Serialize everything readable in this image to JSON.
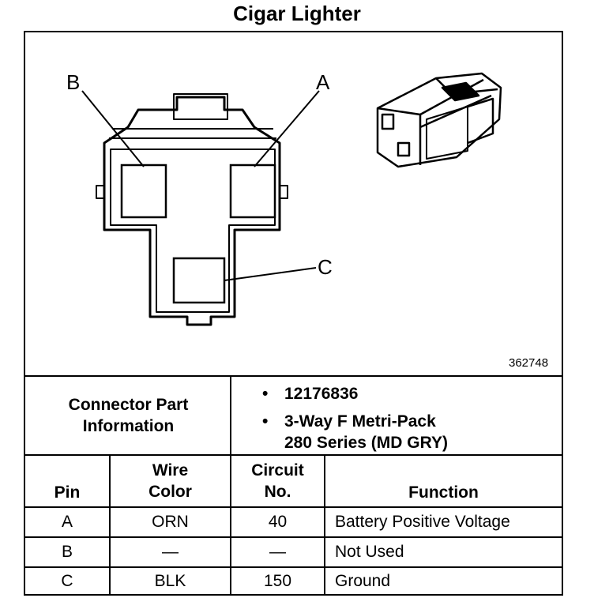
{
  "title": "Cigar Lighter",
  "figure_number": "362748",
  "pin_callouts": {
    "a": "A",
    "b": "B",
    "c": "C"
  },
  "connector_info": {
    "label_line1": "Connector Part",
    "label_line2": "Information",
    "bullet": "•",
    "part_number": "12176836",
    "description_line1": "3-Way F Metri-Pack",
    "description_line2": "280 Series (MD GRY)"
  },
  "table": {
    "headers": {
      "pin": "Pin",
      "wire_color_line1": "Wire",
      "wire_color_line2": "Color",
      "circuit_line1": "Circuit",
      "circuit_line2": "No.",
      "function": "Function"
    },
    "rows": [
      {
        "pin": "A",
        "wire_color": "ORN",
        "circuit": "40",
        "function": "Battery Positive Voltage"
      },
      {
        "pin": "B",
        "wire_color": "—",
        "circuit": "—",
        "function": "Not Used"
      },
      {
        "pin": "C",
        "wire_color": "BLK",
        "circuit": "150",
        "function": "Ground"
      }
    ]
  }
}
